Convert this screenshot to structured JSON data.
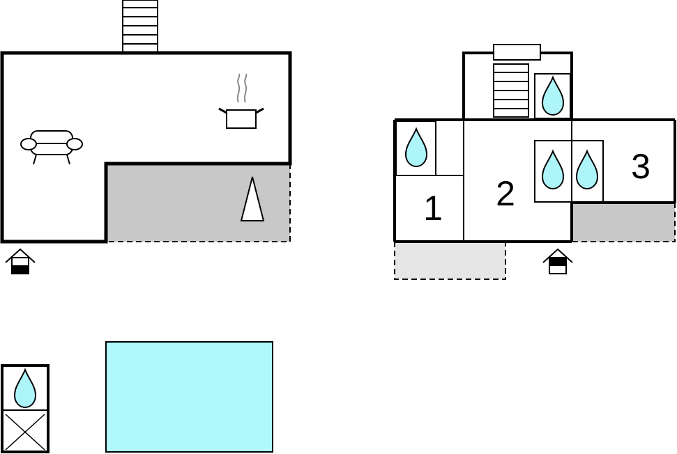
{
  "plan": {
    "rooms": [
      {
        "id": "room-1",
        "label": "1"
      },
      {
        "id": "room-2",
        "label": "2"
      },
      {
        "id": "room-3",
        "label": "3"
      }
    ],
    "icons": {
      "living": "sofa-icon",
      "kitchen": "cooking-pot-icon",
      "fireplace": "fireplace-icon",
      "bathroom": "water-drop-icon",
      "entrance": "entrance-house-icon",
      "stairs": "stairs-icon",
      "pool": "pool",
      "bed": "bed-icon"
    },
    "colors": {
      "wall": "#000000",
      "water": "#aef5fa",
      "pool": "#b0f8fb",
      "terrace": "#c8c8c8",
      "open_terrace": "#e6e6e6"
    }
  }
}
